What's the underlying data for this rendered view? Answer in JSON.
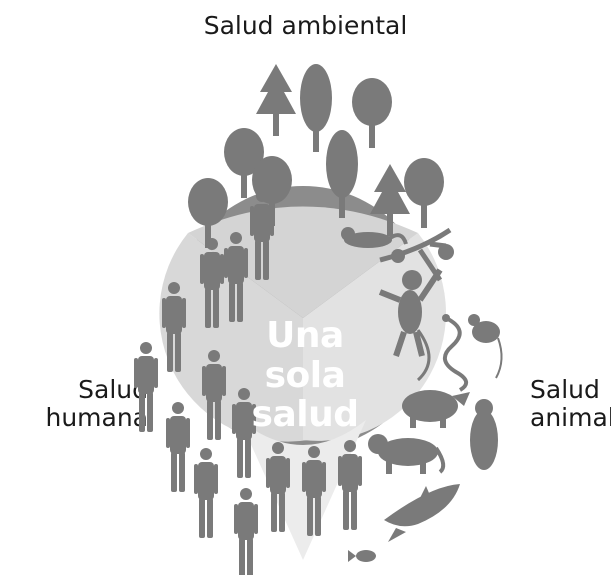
{
  "labels": {
    "environmental": "Salud ambiental",
    "human_line1": "Salud",
    "human_line2": "humana",
    "animal_line1": "Salud",
    "animal_line2": "animal",
    "center_line1": "Una sola",
    "center_line2": "salud"
  },
  "colors": {
    "background": "#ffffff",
    "silhouette": "#7a7a7a",
    "lens": "#8c8c8c",
    "circle_env": "#d6d6d6",
    "circle_human": "#e2e2e2",
    "circle_animal": "#e6e6e6",
    "text": "#1a1a1a"
  },
  "icons": [
    "tree-icon",
    "person-icon",
    "ferret-icon",
    "monkey-icon",
    "snake-icon",
    "mouse-icon",
    "rhino-icon",
    "tiger-icon",
    "penguin-icon",
    "shark-icon",
    "fish-icon"
  ]
}
